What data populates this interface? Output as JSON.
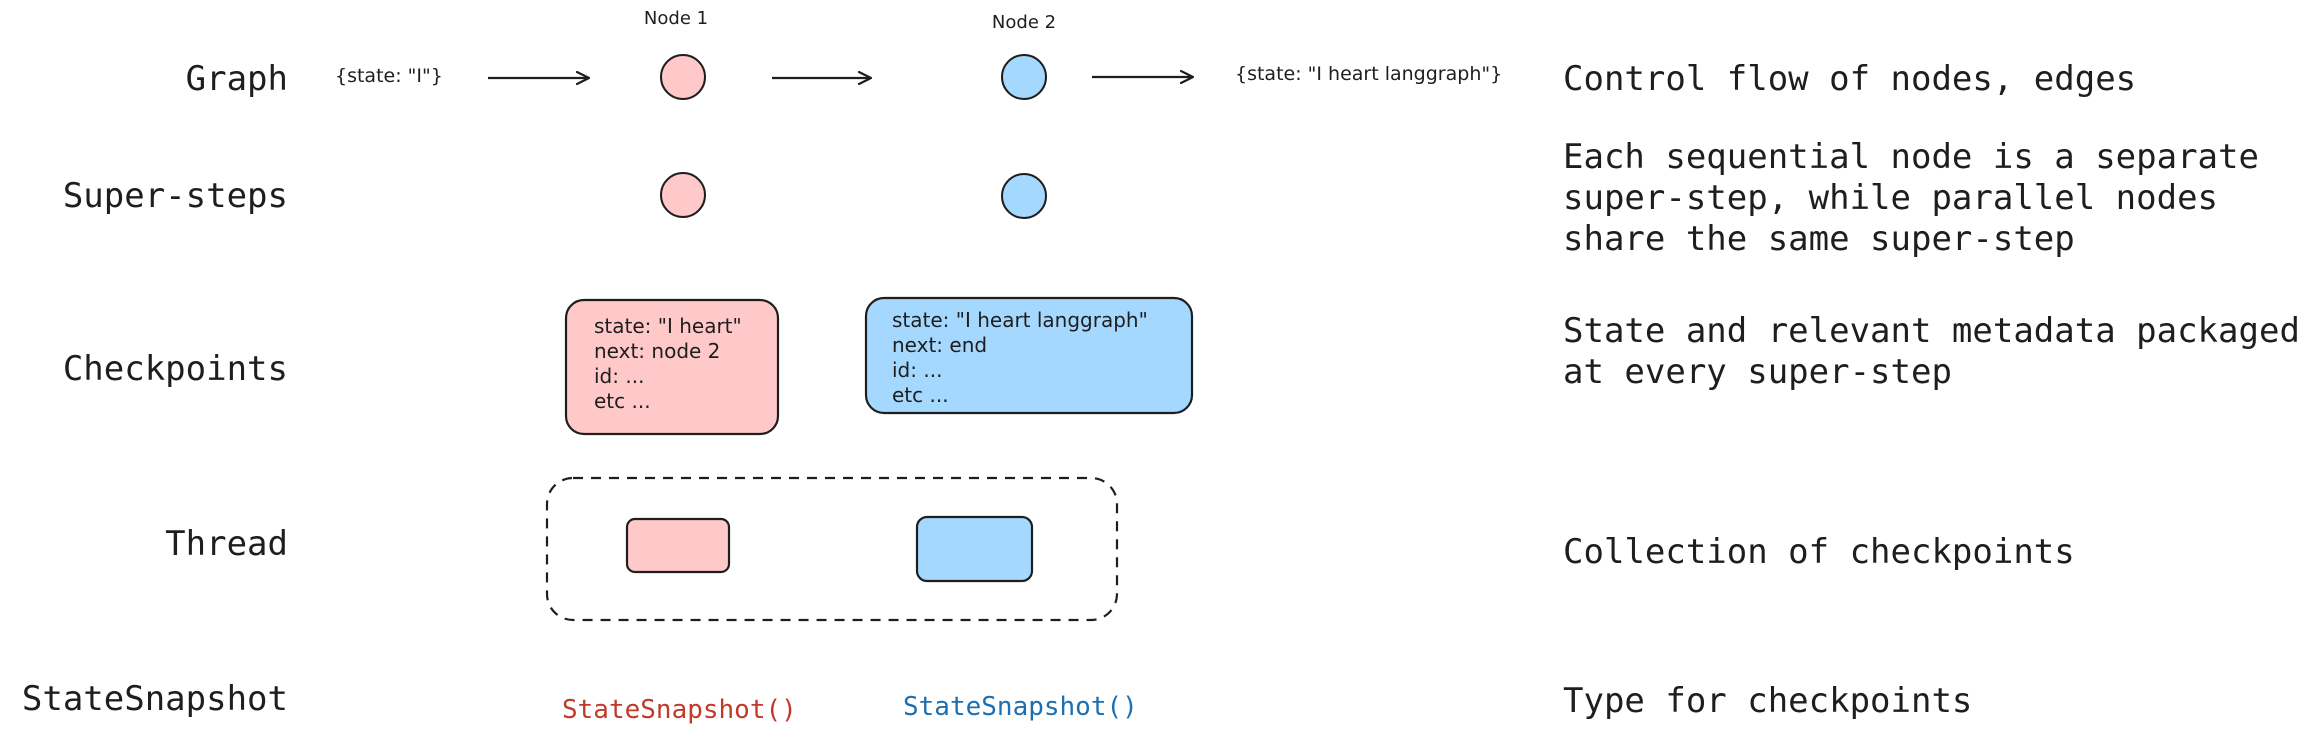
{
  "colors": {
    "node1_fill": "#ffc9c9",
    "node2_fill": "#a5d8ff",
    "stroke": "#1e1e1e",
    "snapshot1_text": "#c0392b",
    "snapshot2_text": "#1c6fb0"
  },
  "rows": {
    "graph": "Graph",
    "supersteps": "Super-steps",
    "checkpoints": "Checkpoints",
    "thread": "Thread",
    "statesnapshot": "StateSnapshot"
  },
  "graph": {
    "input_state": "{state: \"I\"}",
    "output_state": "{state: \"I heart langgraph\"}",
    "node1_label": "Node 1",
    "node2_label": "Node 2"
  },
  "checkpoint1": {
    "line1": "state: \"I heart\"",
    "line2": "next: node 2",
    "line3": "id: ...",
    "line4": "etc ..."
  },
  "checkpoint2": {
    "line1": "state: \"I heart langgraph\"",
    "line2": "next: end",
    "line3": "id: ...",
    "line4": "etc ..."
  },
  "snapshot": {
    "call1": "StateSnapshot()",
    "call2": "StateSnapshot()"
  },
  "descriptions": {
    "graph": "Control flow of nodes, edges",
    "supersteps_line1": "Each sequential node is a separate",
    "supersteps_line2": "super-step, while parallel nodes",
    "supersteps_line3": "share the same super-step",
    "checkpoints_line1": "State and relevant metadata packaged",
    "checkpoints_line2": "at every super-step",
    "thread": "Collection of checkpoints",
    "statesnapshot": "Type for checkpoints"
  }
}
